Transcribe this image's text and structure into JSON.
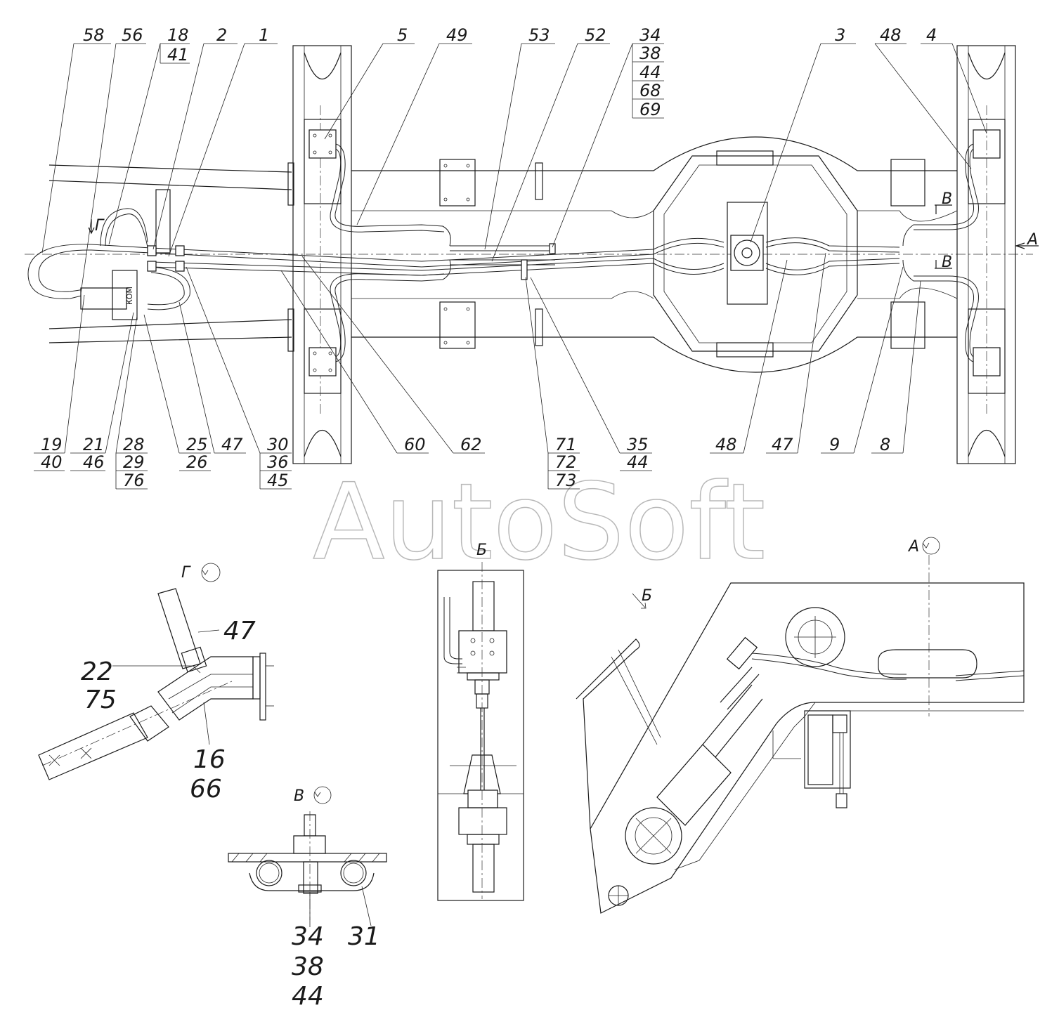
{
  "watermark": "AutoSoft",
  "views": {
    "a": "А",
    "b": "Б",
    "v": "В",
    "g": "Г"
  },
  "kom_label": "КОМ",
  "callouts_top": [
    {
      "id": "58",
      "text": "58"
    },
    {
      "id": "56",
      "text": "56"
    },
    {
      "id": "18",
      "text": "18"
    },
    {
      "id": "41",
      "text": "41"
    },
    {
      "id": "2",
      "text": "2"
    },
    {
      "id": "1",
      "text": "1"
    },
    {
      "id": "5",
      "text": "5"
    },
    {
      "id": "49",
      "text": "49"
    },
    {
      "id": "53",
      "text": "53"
    },
    {
      "id": "52",
      "text": "52"
    },
    {
      "id": "34",
      "text": "34"
    },
    {
      "id": "38",
      "text": "38"
    },
    {
      "id": "44",
      "text": "44"
    },
    {
      "id": "68",
      "text": "68"
    },
    {
      "id": "69",
      "text": "69"
    },
    {
      "id": "3",
      "text": "3"
    },
    {
      "id": "48",
      "text": "48"
    },
    {
      "id": "4",
      "text": "4"
    }
  ],
  "callouts_bottom": [
    {
      "id": "19",
      "text": "19"
    },
    {
      "id": "40",
      "text": "40"
    },
    {
      "id": "21",
      "text": "21"
    },
    {
      "id": "46",
      "text": "46"
    },
    {
      "id": "28",
      "text": "28"
    },
    {
      "id": "29",
      "text": "29"
    },
    {
      "id": "76",
      "text": "76"
    },
    {
      "id": "25",
      "text": "25"
    },
    {
      "id": "26",
      "text": "26"
    },
    {
      "id": "47",
      "text": "47"
    },
    {
      "id": "30",
      "text": "30"
    },
    {
      "id": "36",
      "text": "36"
    },
    {
      "id": "45",
      "text": "45"
    },
    {
      "id": "60",
      "text": "60"
    },
    {
      "id": "62",
      "text": "62"
    },
    {
      "id": "71",
      "text": "71"
    },
    {
      "id": "72",
      "text": "72"
    },
    {
      "id": "73",
      "text": "73"
    },
    {
      "id": "35",
      "text": "35"
    },
    {
      "id": "44",
      "text": "44"
    },
    {
      "id": "48",
      "text": "48"
    },
    {
      "id": "47",
      "text": "47"
    },
    {
      "id": "9",
      "text": "9"
    },
    {
      "id": "8",
      "text": "8"
    }
  ],
  "detail_g_labels": [
    "47",
    "22",
    "75",
    "16",
    "66"
  ],
  "detail_v_labels": [
    "34",
    "38",
    "44",
    "31"
  ]
}
